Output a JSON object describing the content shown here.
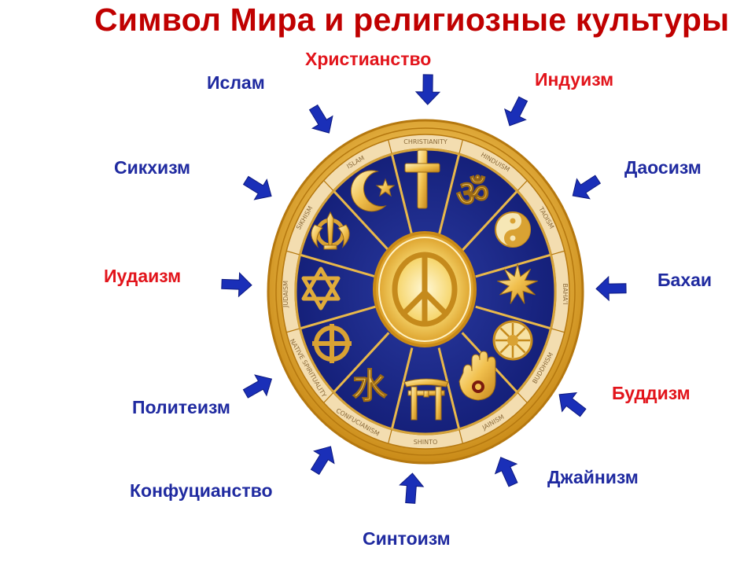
{
  "title": "Символ Мира и религиозные культуры",
  "labels": [
    {
      "name": "christianity",
      "text": "Христианство",
      "color": "red"
    },
    {
      "name": "hinduism",
      "text": "Индуизм",
      "color": "red"
    },
    {
      "name": "taoism",
      "text": "Даосизм",
      "color": "blue"
    },
    {
      "name": "bahai",
      "text": "Бахаи",
      "color": "blue"
    },
    {
      "name": "buddhism",
      "text": "Буддизм",
      "color": "red"
    },
    {
      "name": "jainism",
      "text": "Джайнизм",
      "color": "blue"
    },
    {
      "name": "shinto",
      "text": "Синтоизм",
      "color": "blue"
    },
    {
      "name": "confucianism",
      "text": "Конфуцианство",
      "color": "blue"
    },
    {
      "name": "polytheism",
      "text": "Политеизм",
      "color": "blue"
    },
    {
      "name": "judaism",
      "text": "Иудаизм",
      "color": "red"
    },
    {
      "name": "sikhism",
      "text": "Сикхизм",
      "color": "blue"
    },
    {
      "name": "islam",
      "text": "Ислам",
      "color": "blue"
    }
  ],
  "ring_text": [
    "CHRISTIANITY",
    "HINDUISM",
    "TAOISM",
    "BAHA'I",
    "BUDDHISM",
    "JAINISM",
    "SHINTO",
    "CONFUCIANISM",
    "NATIVE SPIRITUALITY",
    "JUDAISM",
    "SIKHISM",
    "ISLAM"
  ],
  "colors": {
    "title": "#c00000",
    "label_blue": "#1f2aa0",
    "label_red": "#e2141b",
    "arrow": "#1a2fb8",
    "gold": "#e0a82e",
    "gold_light": "#f7d77a",
    "navy": "#1b2a85"
  },
  "icons": [
    "cross-icon",
    "om-icon",
    "yin-yang-icon",
    "nine-point-star-icon",
    "dharma-wheel-icon",
    "jain-hand-icon",
    "torii-icon",
    "water-kanji-icon",
    "medicine-wheel-icon",
    "star-of-david-icon",
    "khanda-icon",
    "crescent-star-icon",
    "peace-symbol-icon"
  ]
}
